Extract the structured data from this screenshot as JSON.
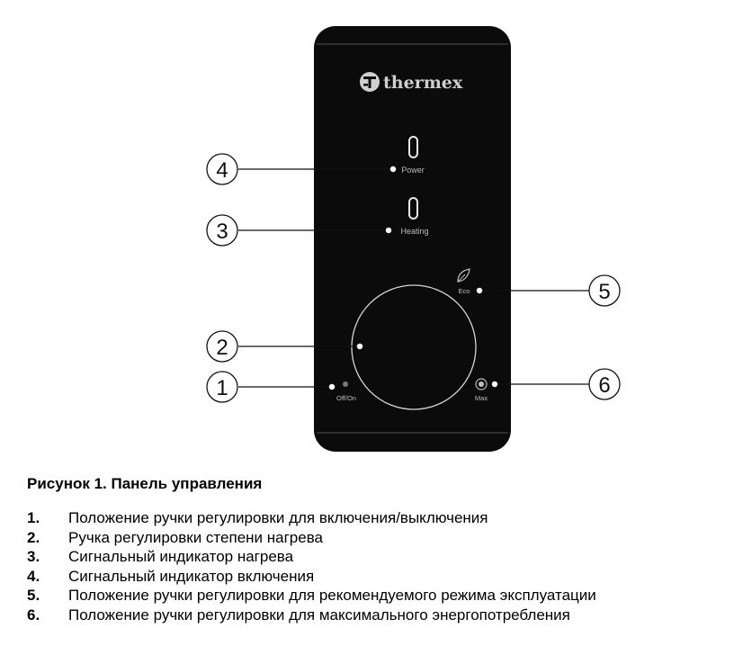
{
  "panel": {
    "brand": "thermex",
    "power_label": "Power",
    "heating_label": "Heating",
    "eco_label": "Eco",
    "offon_label": "Off/On",
    "max_label": "Max"
  },
  "callouts": [
    "1",
    "2",
    "3",
    "4",
    "5",
    "6"
  ],
  "caption": "Рисунок 1. Панель управления",
  "legend": [
    {
      "num": "1.",
      "text": "Положение ручки регулировки для включения/выключения"
    },
    {
      "num": "2.",
      "text": "Ручка регулировки степени нагрева"
    },
    {
      "num": "3.",
      "text": "Сигнальный индикатор нагрева"
    },
    {
      "num": "4.",
      "text": "Сигнальный индикатор включения"
    },
    {
      "num": "5.",
      "text": "Положение ручки регулировки для рекомендуемого режима эксплуатации"
    },
    {
      "num": "6.",
      "text": "Положение ручки регулировки для максимального энергопотребления"
    }
  ]
}
